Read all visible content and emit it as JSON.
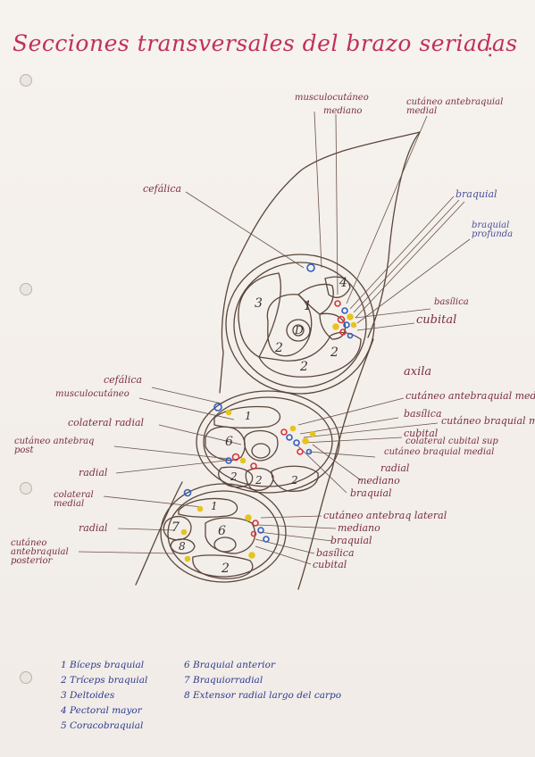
{
  "title": "Secciones transversales del brazo seriadas",
  "title_colon": ":",
  "labels": {
    "musculocutaneo_top": "musculocutáneo",
    "mediano_top": "mediano",
    "cutaneo_antebraquial_medial_top": "cutáneo antebraquial medial",
    "cefalica_top": "cefálica",
    "braquial_top": "braquial",
    "braquial_profunda": "braquial profunda",
    "basilica_top": "basílica",
    "cubital_top": "cubital",
    "axila": "axila",
    "cefalica_mid": "cefálica",
    "musculocutaneo_mid": "musculocutáneo",
    "colateral_radial": "colateral radial",
    "cutaneo_antebraquial_post_mid": "cutáneo antebraq post",
    "radial_left_mid": "radial",
    "cutaneo_antebraquial_medial_mid": "cutáneo antebraquial medial",
    "basilica_mid": "basílica",
    "cutaneo_braquial_medial": "cutáneo braquial med",
    "cubital_mid": "cubital",
    "colateral_cubital": "colateral cubital sup",
    "cutaneo_braquial_medial_2": "cutáneo braquial medial",
    "radial_right_mid": "radial",
    "mediano_mid": "mediano",
    "braquial_mid": "braquial",
    "colateral_medial": "colateral medial",
    "radial_low": "radial",
    "cutaneo_antebraquial_post_low": "cutáneo antebraquial posterior",
    "cutaneo_antebraquial_lateral": "cutáneo antebraq lateral",
    "mediano_low": "mediano",
    "braquial_low": "braquial",
    "basilica_low": "basílica",
    "cubital_low": "cubital"
  },
  "muscle_numbers": {
    "top": [
      "4",
      "1",
      "3",
      "2",
      "2",
      "2",
      "D"
    ],
    "mid": [
      "1",
      "6",
      "2",
      "2",
      "2"
    ],
    "low": [
      "1",
      "7",
      "8",
      "6",
      "2"
    ]
  },
  "legend": {
    "left": [
      "1 Bíceps braquial",
      "2 Tríceps braquial",
      "3 Deltoides",
      "4 Pectoral mayor",
      "5 Coracobraquial"
    ],
    "right": [
      "6 Braquial anterior",
      "7 Braquiorradial",
      "8 Extensor radial largo del carpo"
    ]
  },
  "colors": {
    "title": "#c0305a",
    "ink": "#5a463b",
    "legend": "#2c3a8f",
    "vessel_red": "#d8343a",
    "vessel_blue": "#2f5fc4",
    "nerve_yellow": "#e5c41f"
  }
}
